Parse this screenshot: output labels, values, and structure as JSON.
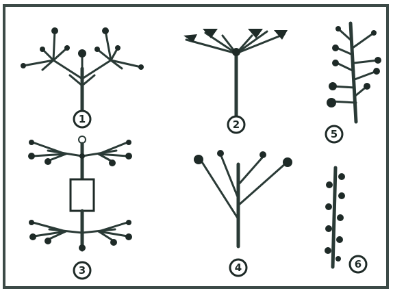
{
  "figure": {
    "panel_labels": [
      "1",
      "2",
      "3",
      "4",
      "5",
      "6"
    ]
  }
}
